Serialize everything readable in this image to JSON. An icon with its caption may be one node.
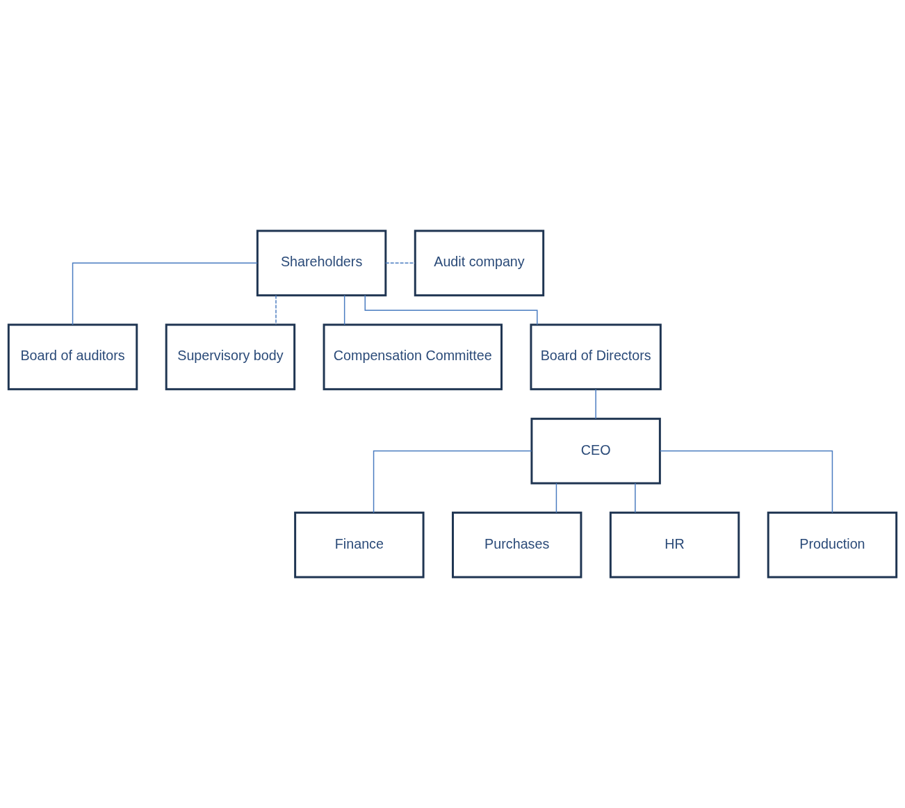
{
  "diagram": {
    "nodes": [
      {
        "text": [
          "Shareholders"
        ]
      },
      {
        "text": [
          "Audit company"
        ]
      },
      {
        "text": [
          "Board of auditors"
        ]
      },
      {
        "text": [
          "Supervisory body"
        ]
      },
      {
        "text": [
          "Compensation Committee"
        ]
      },
      {
        "text": [
          "Board of Directors"
        ]
      },
      {
        "text": [
          "CEO"
        ]
      },
      {
        "text": [
          "Finance"
        ]
      },
      {
        "text": [
          "Purchases"
        ]
      },
      {
        "text": [
          "HR"
        ]
      },
      {
        "text": [
          "Production"
        ]
      }
    ],
    "edges": [
      {
        "from": 0,
        "to": 1,
        "arrow": "none",
        "style": "dashed"
      },
      {
        "from": 0,
        "to": 2,
        "arrow": "none"
      },
      {
        "from": 0,
        "to": 3,
        "arrow": "none",
        "style": "dashed"
      },
      {
        "from": 0,
        "to": 4,
        "arrow": "none"
      },
      {
        "from": 0,
        "to": 5,
        "arrow": "none"
      },
      {
        "from": 5,
        "to": 6,
        "arrow": "none"
      },
      {
        "from": 6,
        "to": 7,
        "arrow": "none"
      },
      {
        "from": 6,
        "to": 8,
        "arrow": "none"
      },
      {
        "from": 6,
        "to": 9,
        "arrow": "none"
      },
      {
        "from": 6,
        "to": 10,
        "arrow": "none"
      }
    ]
  }
}
